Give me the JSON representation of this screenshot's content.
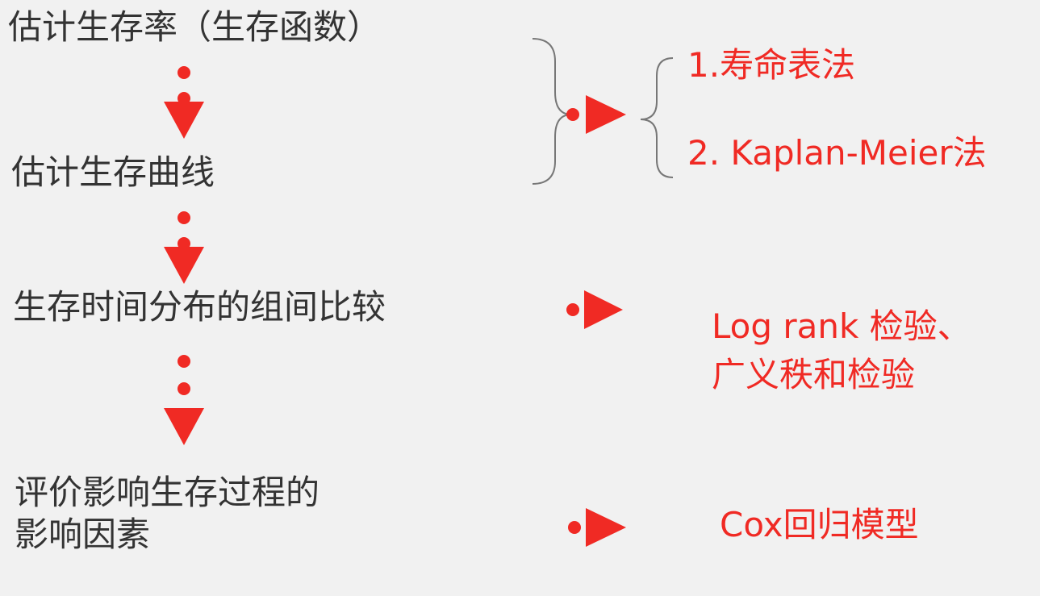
{
  "steps": {
    "step1": "估计生存率（生存函数）",
    "step2": "估计生存曲线",
    "step3": "生存时间分布的组间比较",
    "step4_line1": "评价影响生存过程的",
    "step4_line2": "影响因素"
  },
  "methods": {
    "life_table": "1.寿命表法",
    "kaplan_meier": "2. Kaplan-Meier法",
    "log_rank_line1": "Log rank 检验、",
    "log_rank_line2": "广义秩和检验",
    "cox": "Cox回归模型"
  },
  "colors": {
    "text": "#333333",
    "accent": "#f02a24",
    "bracket": "#777777",
    "background": "#f1f1f1"
  }
}
